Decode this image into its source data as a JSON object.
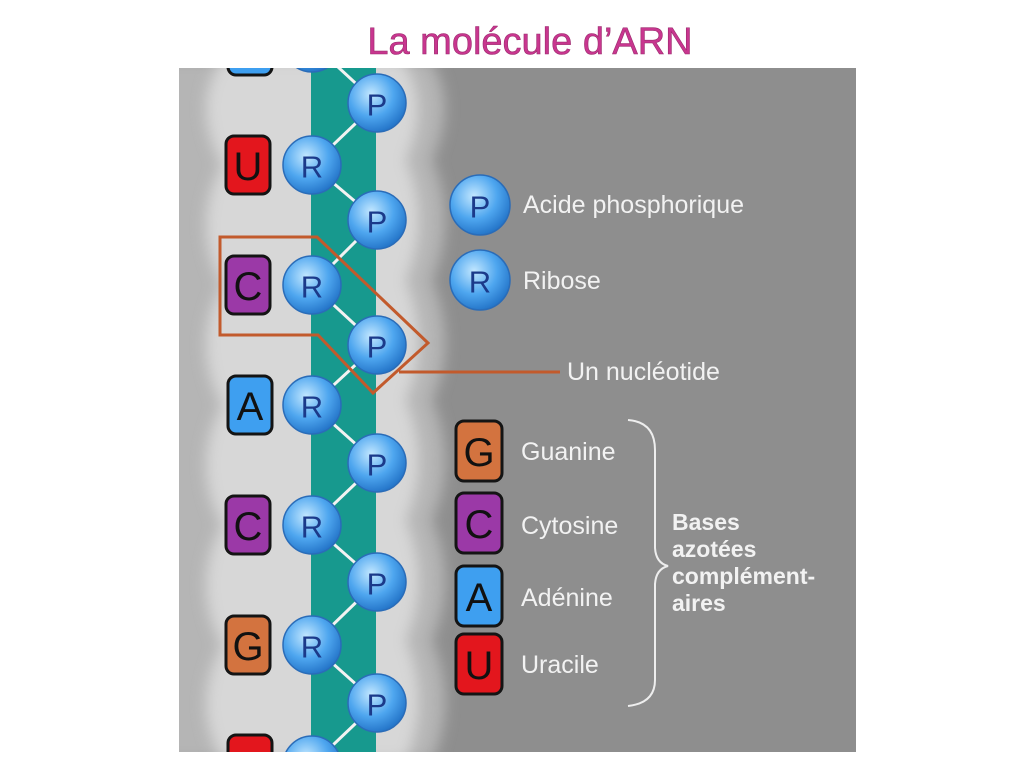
{
  "title": "La molécule d’ARN",
  "colors": {
    "title": "#c8368f",
    "panel": "#8e8e8e",
    "backbone": "#17998e",
    "nucleotide_outline": "#c25a2c",
    "legend_text": "#f2f2f2"
  },
  "strand": {
    "phosphate_symbol": "P",
    "ribose_symbol": "R",
    "bases": [
      {
        "letter": "U",
        "color": "#e3161d"
      },
      {
        "letter": "C",
        "color": "#9b39a7"
      },
      {
        "letter": "A",
        "color": "#3e9ff0"
      },
      {
        "letter": "C",
        "color": "#9b39a7"
      },
      {
        "letter": "G",
        "color": "#d3733f"
      }
    ],
    "partial_base_colors": [
      "#3e9ff0",
      "#e3161d"
    ]
  },
  "legend": {
    "phosphate": {
      "symbol": "P",
      "label": "Acide phosphorique"
    },
    "ribose": {
      "symbol": "R",
      "label": "Ribose"
    },
    "nucleotide": {
      "label": "Un nucléotide"
    },
    "bases": [
      {
        "letter": "G",
        "label": "Guanine",
        "color": "#d3733f"
      },
      {
        "letter": "C",
        "label": "Cytosine",
        "color": "#9b39a7"
      },
      {
        "letter": "A",
        "label": "Adénine",
        "color": "#3e9ff0"
      },
      {
        "letter": "U",
        "label": "Uracile",
        "color": "#e3161d"
      }
    ],
    "bases_group_label": [
      "Bases",
      "azotées",
      "complément-",
      "aires"
    ]
  }
}
